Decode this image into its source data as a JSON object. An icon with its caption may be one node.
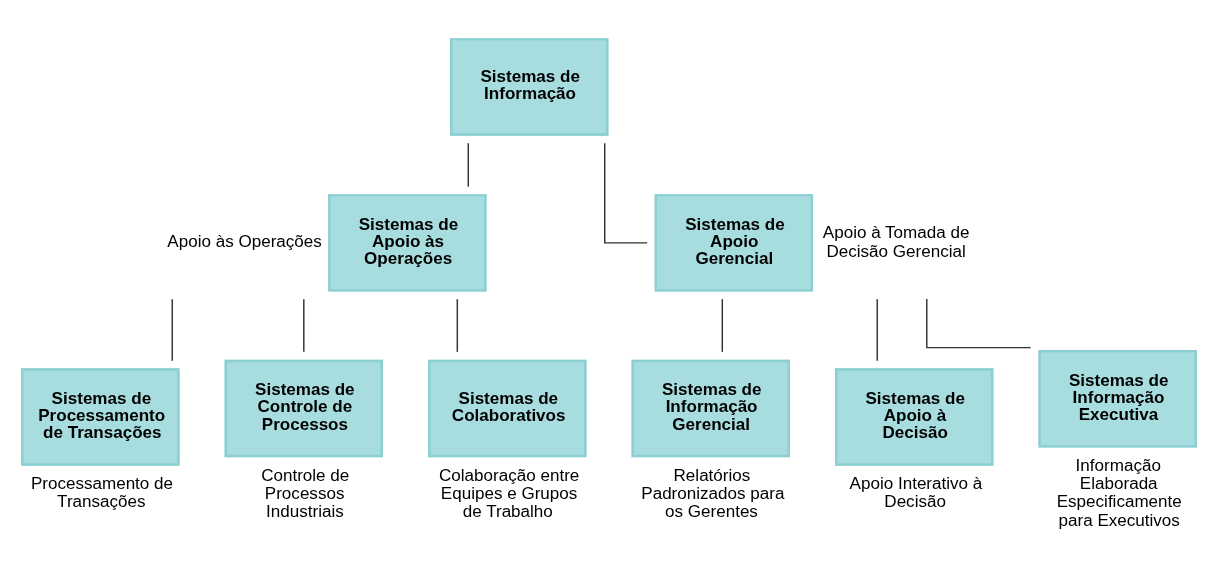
{
  "diagram": {
    "nodes": [
      {
        "text": [
          "Sistemas de Informação"
        ]
      },
      {
        "text": [
          "Sistemas de Apoio às Operações"
        ],
        "beside": [
          "Apoio às Operações"
        ]
      },
      {
        "text": [
          "Sistemas de Apoio Gerencial"
        ],
        "beside": [
          "Apoio à Tomada de Decisão Gerencial"
        ]
      },
      {
        "text": [
          "Sistemas de Processamento de Transações"
        ],
        "beside": [
          "Processamento de Transações"
        ]
      },
      {
        "text": [
          "Sistemas de Controle de Processos"
        ],
        "beside": [
          "Controle de Processos Industriais"
        ]
      },
      {
        "text": [
          "Sistemas de Colaborativos"
        ],
        "beside": [
          "Colaboração entre Equipes e Grupos de Trabalho"
        ]
      },
      {
        "text": [
          "Sistemas de Informação Gerencial"
        ],
        "beside": [
          "Relatórios Padronizados para os Gerentes"
        ]
      },
      {
        "text": [
          "Sistemas de Apoio à Decisão"
        ],
        "beside": [
          "Apoio Interativo à Decisão"
        ]
      },
      {
        "text": [
          "Sistemas de Informação Executiva"
        ],
        "beside": [
          "Informação Elaborada Especificamente para Executivos"
        ]
      }
    ],
    "edges": [
      {
        "from": 0,
        "to": 1,
        "arrow": "none"
      },
      {
        "from": 0,
        "to": 2,
        "arrow": "none"
      },
      {
        "from": 1,
        "to": 3,
        "arrow": "none"
      },
      {
        "from": 1,
        "to": 4,
        "arrow": "none"
      },
      {
        "from": 1,
        "to": 5,
        "arrow": "none"
      },
      {
        "from": 2,
        "to": 6,
        "arrow": "none"
      },
      {
        "from": 2,
        "to": 7,
        "arrow": "none"
      },
      {
        "from": 2,
        "to": 8,
        "arrow": "none"
      }
    ]
  }
}
